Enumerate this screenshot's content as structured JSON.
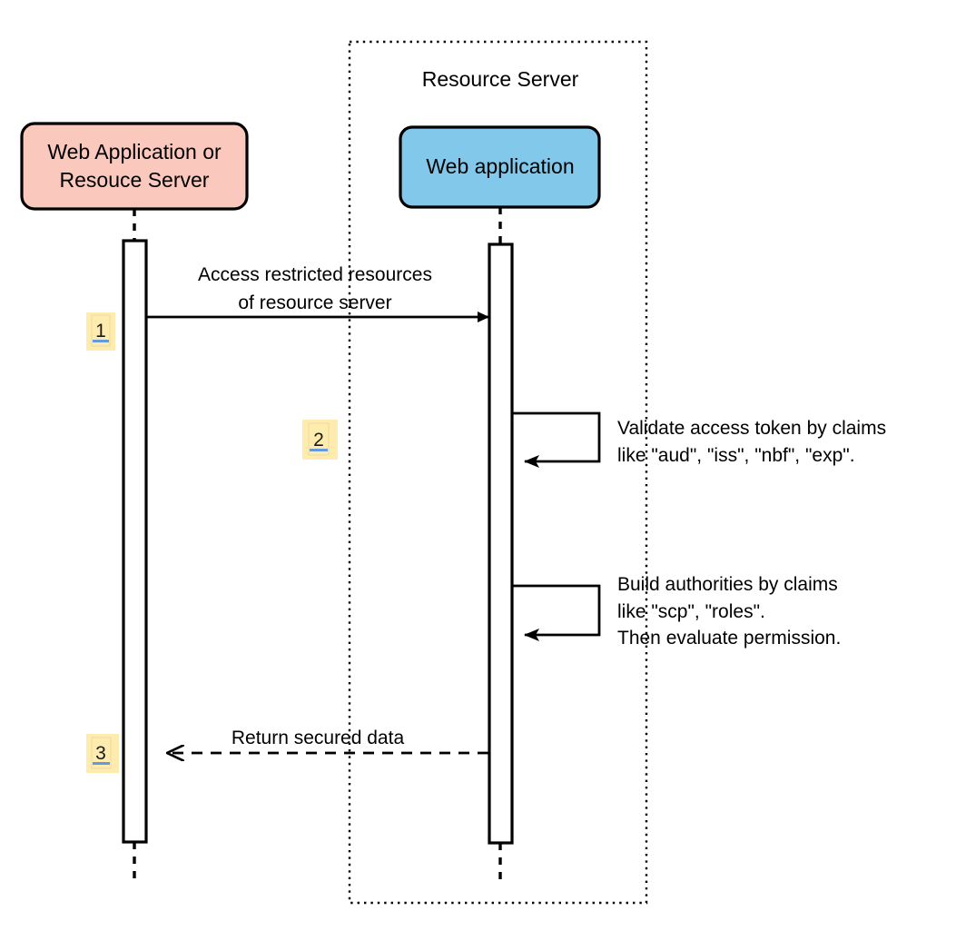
{
  "diagram": {
    "type": "sequence-diagram",
    "title_frame": {
      "label": "Resource Server",
      "style": "dotted-border"
    },
    "colors": {
      "participant_client_fill": "#FAC8BC",
      "participant_server_fill": "#81C8EB",
      "stroke": "#000000",
      "badge_fill": "#FDECAE",
      "badge_underline": "#6699DD",
      "background": "#FFFFFF"
    },
    "participants": [
      {
        "id": "client",
        "label_line1": "Web Application or",
        "label_line2": "Resouce Server",
        "fill": "#FAC8BC"
      },
      {
        "id": "server",
        "label_line1": "Web application",
        "label_line2": "",
        "fill": "#81C8EB"
      }
    ],
    "messages": [
      {
        "step": "1",
        "kind": "call",
        "arrow": "solid-filled",
        "from": "client",
        "to": "server",
        "label_lines": [
          "Access restricted resources",
          "of resource server"
        ]
      },
      {
        "step": "2",
        "kind": "self-call",
        "arrow": "solid-filled",
        "from": "server",
        "to": "server",
        "label_lines": [
          "Validate access token by claims",
          "like \"aud\", \"iss\", \"nbf\", \"exp\"."
        ]
      },
      {
        "step": "",
        "kind": "self-call",
        "arrow": "solid-filled",
        "from": "server",
        "to": "server",
        "label_lines": [
          "Build authorities by claims",
          "like \"scp\", \"roles\".",
          "Then evaluate permission."
        ]
      },
      {
        "step": "3",
        "kind": "return",
        "arrow": "dashed-open",
        "from": "server",
        "to": "client",
        "label_lines": [
          "Return secured data"
        ]
      }
    ],
    "badges": [
      {
        "number": "1"
      },
      {
        "number": "2"
      },
      {
        "number": "3"
      }
    ]
  }
}
